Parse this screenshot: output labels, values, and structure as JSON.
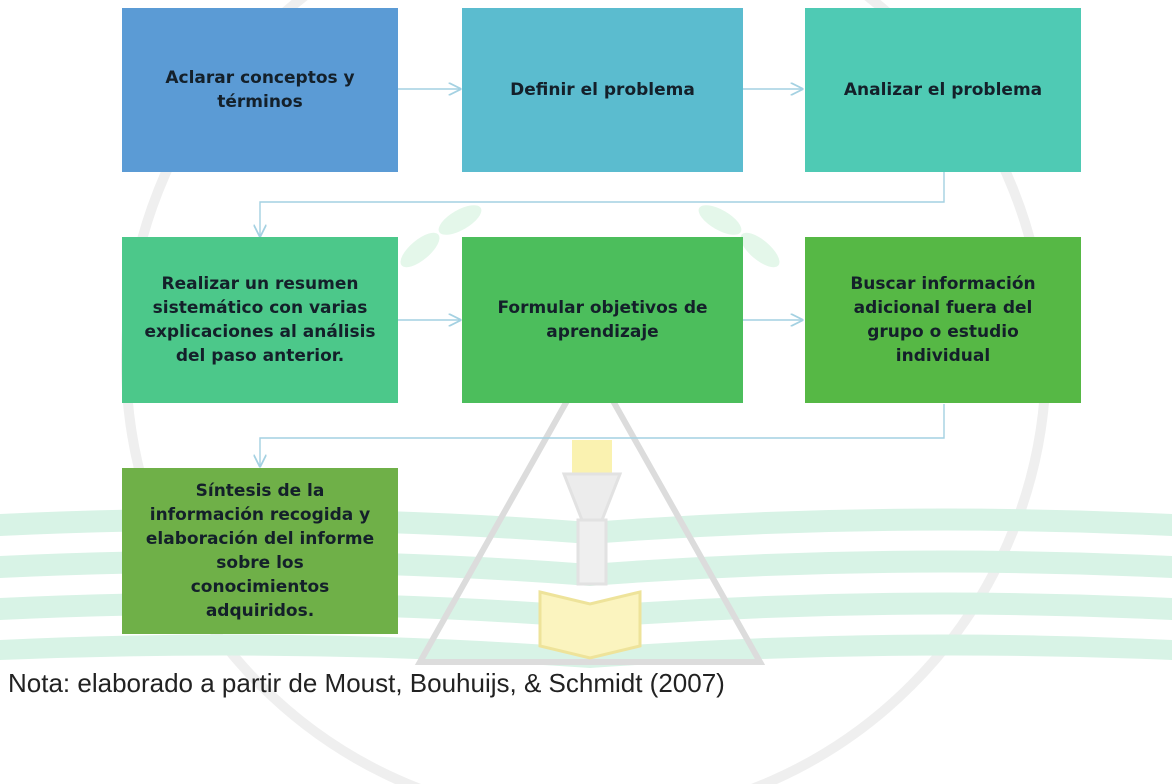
{
  "diagram": {
    "steps": [
      {
        "text": "Aclarar conceptos y términos",
        "color": "#5b9bd5"
      },
      {
        "text": "Definir el problema",
        "color": "#5bbccf"
      },
      {
        "text": "Analizar el problema",
        "color": "#4fcab4"
      },
      {
        "text": "Realizar un resumen sistemático con varias explicaciones al análisis del paso  anterior.",
        "color": "#4cc88a"
      },
      {
        "text": "Formular objetivos de aprendizaje",
        "color": "#4cbe5c"
      },
      {
        "text": "Buscar información adicional fuera del grupo o estudio individual",
        "color": "#56b845"
      },
      {
        "text": "Síntesis de la información recogida y elaboración del informe sobre los conocimientos adquiridos.",
        "color": "#6fb048"
      }
    ],
    "arrow_color": "#a4d1e2"
  },
  "note": "Nota: elaborado a partir de Moust, Bouhuijs, & Schmidt (2007)"
}
